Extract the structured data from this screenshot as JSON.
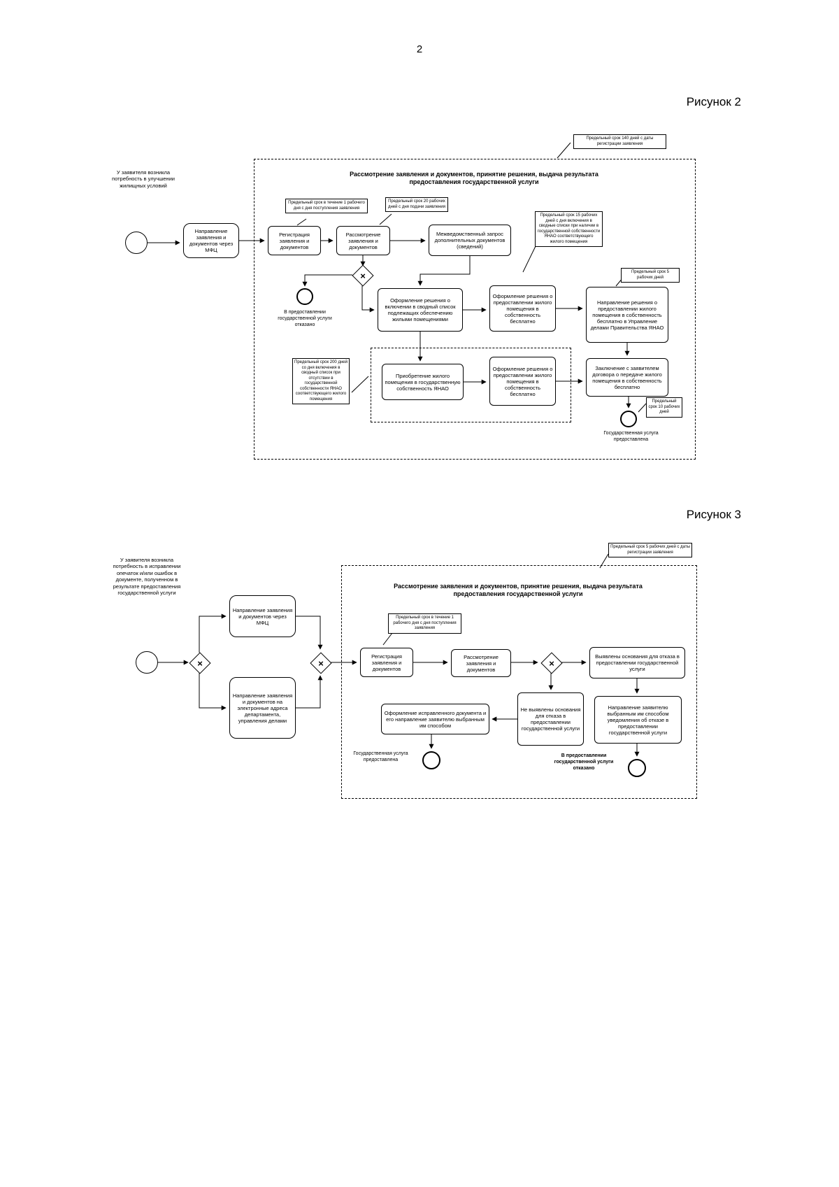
{
  "page_number": "2",
  "figure2": {
    "caption": "Рисунок 2",
    "top_note": "Предельный срок 140 дней с даты регистрации заявления",
    "start_note": "У заявителя возникла потребность в улучшении жилищных условий",
    "container_title": "Рассмотрение заявления и документов, принятие решения, выдача результата предоставления государственной услуги",
    "send_mfc": "Направление заявления и документов через МФЦ",
    "registration": "Регистрация заявления и документов",
    "registration_note": "Предельный срок в течение 1 рабочего дня с дня поступления заявления",
    "review": "Рассмотрение заявления и документов",
    "review_note": "Предельный срок 20 рабочих дней с дня подачи заявления",
    "interagency": "Межведомственный запрос дополнительных документов (сведений)",
    "interagency_note": "Предельный срок 15 рабочих дней с дня включения в сводные списки при наличии в государственной собственности ЯНАО соответствующего жилого помещения",
    "refused_label": "В предоставлении государственной услуги отказано",
    "decision_include": "Оформление решения о включении в сводный список подлежащих обеспечению жилыми помещениями",
    "decision_provide": "Оформление решения о предоставлении жилого помещения в собственность бесплатно",
    "send_decision": "Направление решения о предоставлении жилого помещения в собственность бесплатно в Управление делами Правительства ЯНАО",
    "send_decision_note": "Предельный срок 5 рабочих дней",
    "contract": "Заключение с заявителем договора о передаче жилого помещения в собственность бесплатно",
    "contract_note": "Предельный срок 10 рабочих дней",
    "provided_label": "Государственная услуга предоставлена",
    "acquire": "Приобретение жилого помещения в государственную собственность ЯНАО",
    "acquire_decision": "Оформление решения о предоставлении жилого помещения в собственность бесплатно",
    "acquire_note": "Предельный срок 200 дней со дня включения в сводный список при отсутствии в государственной собственности ЯНАО соответствующего жилого помещения"
  },
  "figure3": {
    "caption": "Рисунок 3",
    "top_note": "Предельный срок 5 рабочих дней с даты регистрации заявления",
    "start_note": "У заявителя возникла потребность в исправлении опечаток и/или ошибок в документе, полученном в результате предоставления государственной услуги",
    "container_title": "Рассмотрение заявления и документов, принятие решения, выдача результата предоставления государственной услуги",
    "send_mfc": "Направление заявления и документов через МФЦ",
    "send_email": "Направление заявления и документов на электронные адреса департамента, управления делами",
    "registration": "Регистрация заявления и документов",
    "registration_note": "Предельный срок в течение 1 рабочего дня с дня поступления заявления",
    "review": "Рассмотрение заявления и документов",
    "grounds_found": "Выявлены основания для отказа в предоставлении государственной услуги",
    "notify_refusal": "Направление заявителю выбранным им способом уведомления об отказе в предоставлении государственной услуги",
    "no_grounds": "Не выявлены основания для отказа в предоставлении государственной услуги",
    "corrected_doc": "Оформление исправленного документа и его направление заявителю выбранным им способом",
    "provided_label": "Государственная услуга предоставлена",
    "refused_label": "В предоставлении государственной услуги отказано"
  }
}
